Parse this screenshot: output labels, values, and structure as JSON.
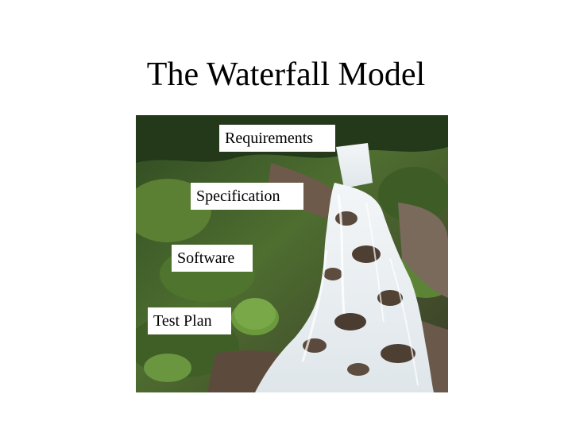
{
  "slide": {
    "title": "The Waterfall Model"
  },
  "stages": [
    {
      "label": "Requirements"
    },
    {
      "label": "Specification"
    },
    {
      "label": "Software"
    },
    {
      "label": "Test Plan"
    }
  ],
  "photo": {
    "subject": "waterfall-photo",
    "colors": {
      "foliage_dark": "#2f4a22",
      "foliage": "#4e6e30",
      "rock": "#6d5a4a",
      "water": "#e8eef2"
    }
  }
}
